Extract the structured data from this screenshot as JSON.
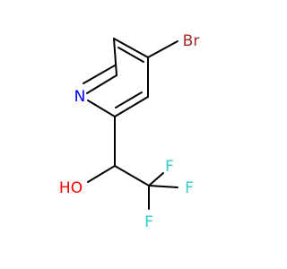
{
  "molecule": {
    "atoms": {
      "br": "Br",
      "n": "N",
      "oh": "HO",
      "f_top": "F",
      "f_right": "F",
      "f_bottom": "F"
    },
    "colors": {
      "bond": "#000000",
      "bromine": "#a52a2a",
      "nitrogen": "#0000ff",
      "oxygen": "#ff0000",
      "fluorine": "#33cccc"
    }
  }
}
